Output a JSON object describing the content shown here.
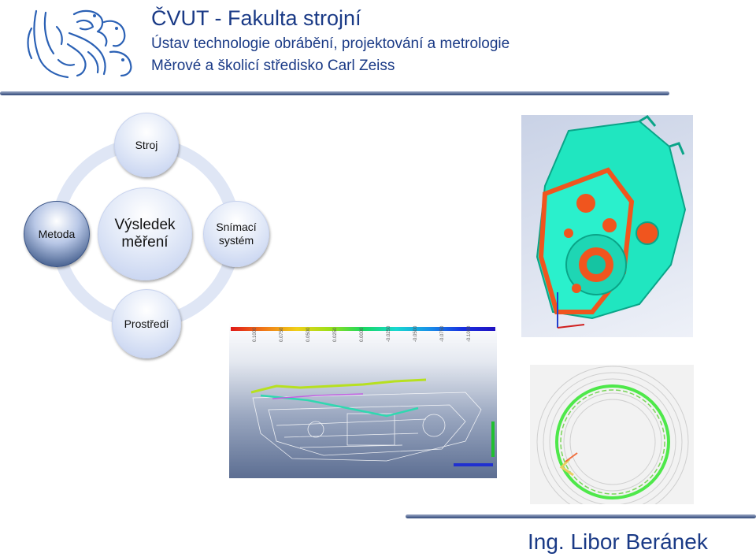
{
  "header": {
    "title": "ČVUT - Fakulta strojní",
    "subtitle1": "Ústav technologie obrábění, projektování a metrologie",
    "subtitle2": "Měrové a školicí středisko Carl Zeiss"
  },
  "diagram": {
    "top": "Stroj",
    "left": "Metoda",
    "center_line1": "Výsledek",
    "center_line2": "měření",
    "right_line1": "Snímací",
    "right_line2": "systém",
    "bottom": "Prostředí"
  },
  "scale_labels": [
    "0.1000",
    "0.0750",
    "0.0500",
    "0.0250",
    "0.0000",
    "-0.0250",
    "-0.0500",
    "-0.0750",
    "-0.1000"
  ],
  "footer": {
    "author": "Ing. Libor Beránek"
  },
  "colors": {
    "brand": "#1a3a86",
    "accent_cyan": "#1ee8c0",
    "accent_orange": "#f05a20"
  }
}
